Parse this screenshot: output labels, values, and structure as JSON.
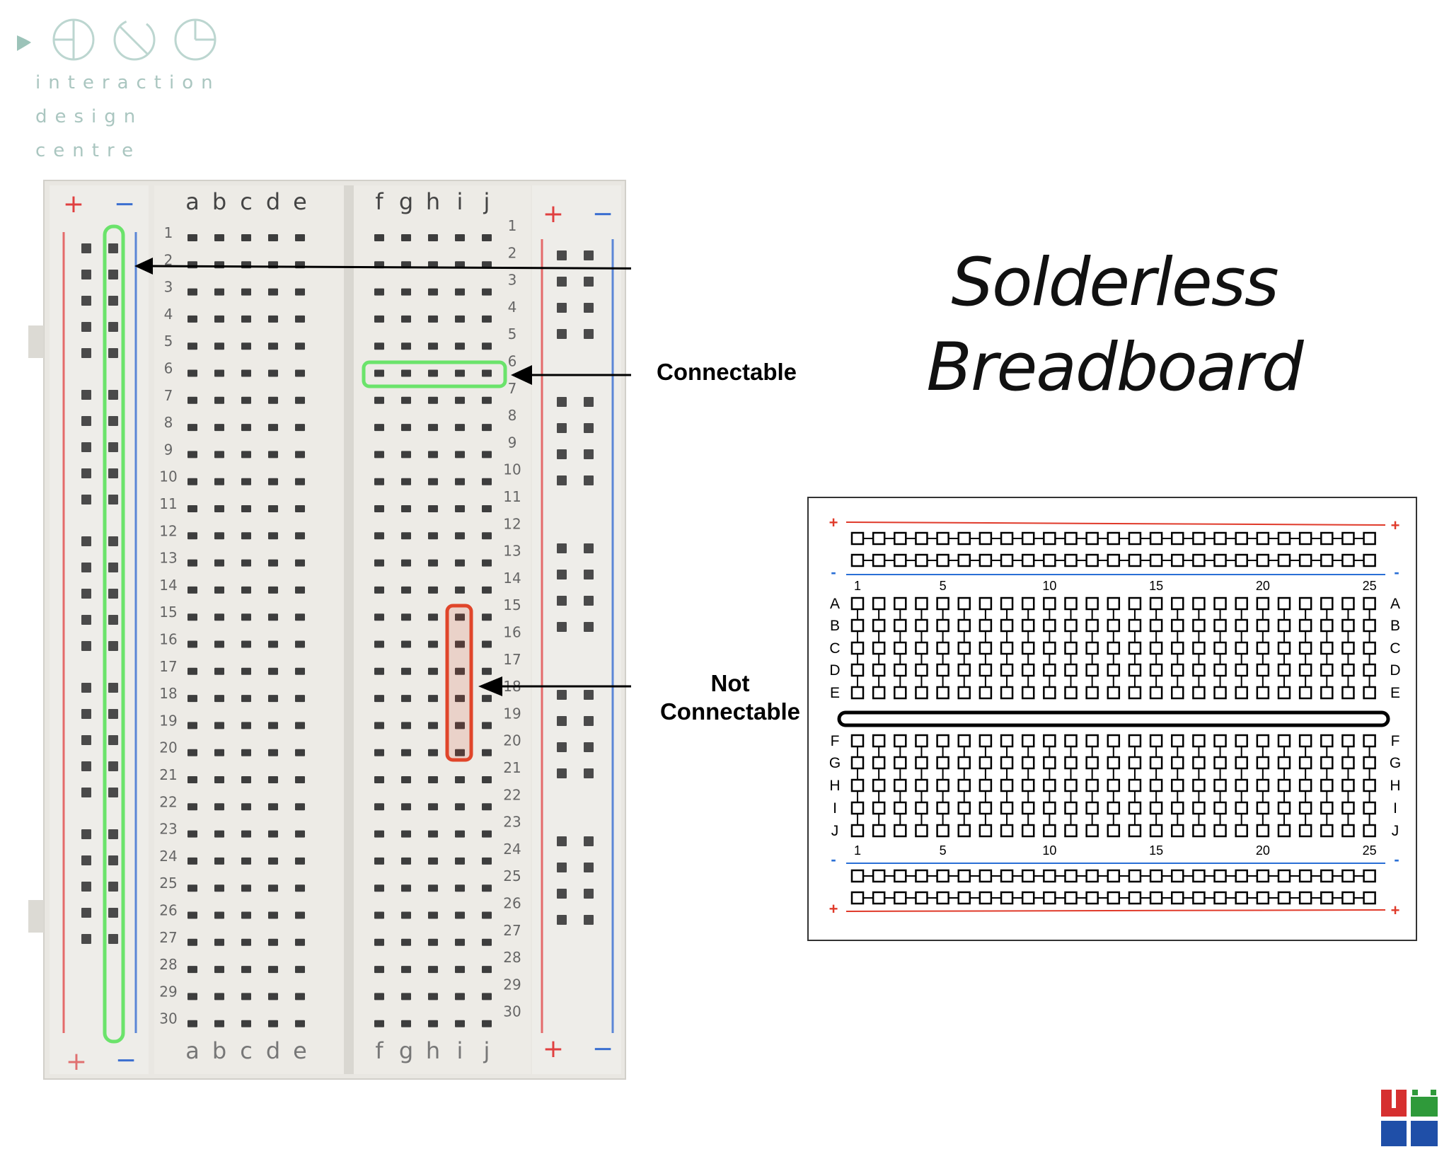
{
  "logo": {
    "line1": "interaction",
    "line2": "design",
    "line3": "centre",
    "color": "#aac6c0"
  },
  "title": {
    "line1": "Solderless",
    "line2": "Breadboard"
  },
  "photo": {
    "left_columns": [
      "a",
      "b",
      "c",
      "d",
      "e"
    ],
    "right_columns": [
      "f",
      "g",
      "h",
      "i",
      "j"
    ],
    "row_count": 30,
    "plus_sign": "+",
    "minus_sign": "−",
    "highlight_green": "#6be36b",
    "highlight_red": "#e0452a"
  },
  "callouts": {
    "connectable": "Connectable",
    "not_connectable_1": "Not",
    "not_connectable_2": "Connectable"
  },
  "schematic": {
    "column_numbers": [
      "1",
      "5",
      "10",
      "15",
      "20",
      "25"
    ],
    "top_rows": [
      "A",
      "B",
      "C",
      "D",
      "E"
    ],
    "bottom_rows": [
      "F",
      "G",
      "H",
      "I",
      "J"
    ],
    "plus_sign": "+",
    "minus_sign": "-",
    "rail_red": "#e03a2a",
    "rail_blue": "#2a6fd6"
  },
  "university_logo": {
    "colors": [
      "#d63030",
      "#2f9a3a",
      "#1f4fa8"
    ]
  }
}
